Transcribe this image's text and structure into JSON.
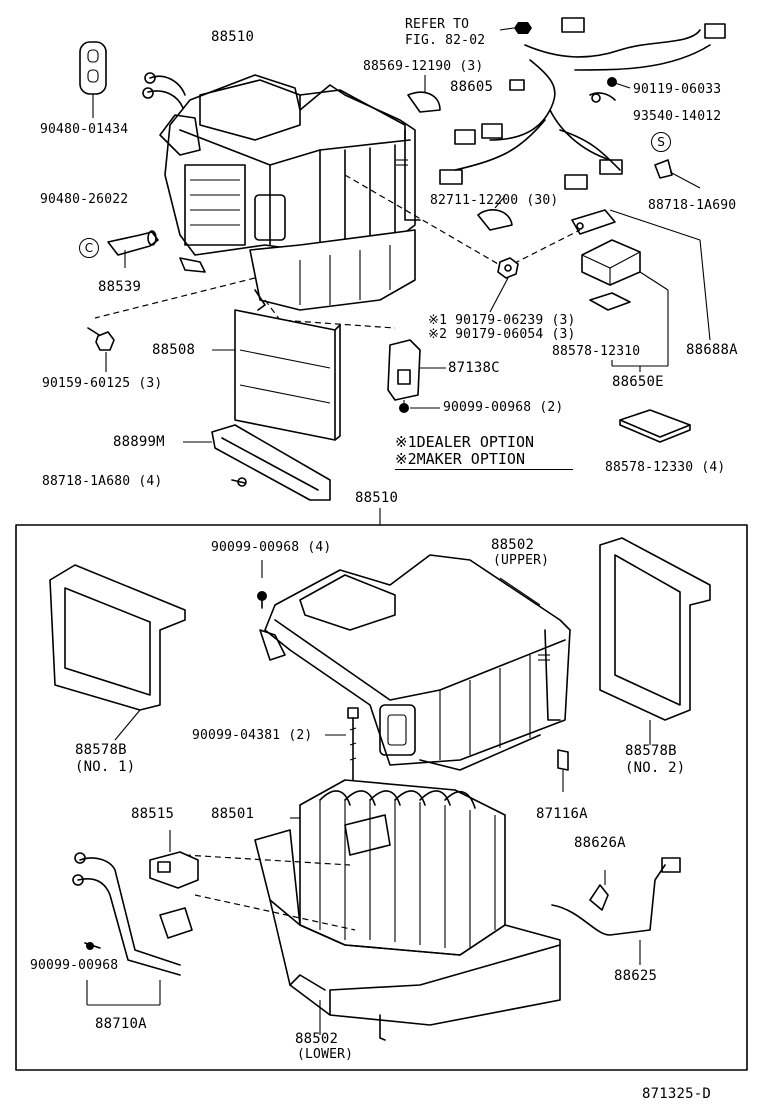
{
  "labels": {
    "p88510_top": "88510",
    "refer_1": "REFER TO",
    "refer_2": "FIG. 82-02",
    "p90480_01434": "90480-01434",
    "p88569": "88569-12190 (3)",
    "p88605": "88605",
    "p90119": "90119-06033",
    "p93540": "93540-14012",
    "p90480_26022": "90480-26022",
    "p82711": "82711-12200 (30)",
    "p88718_1A690": "88718-1A690",
    "p88539": "88539",
    "opt_1": "※1 90179-06239 (3)",
    "opt_2": "※2 90179-06054 (3)",
    "p88508": "88508",
    "p87138C": "87138C",
    "p88578_12310": "88578-12310",
    "p88688A": "88688A",
    "p88650E": "88650E",
    "p90159": "90159-60125 (3)",
    "p90099_00968_2": "90099-00968 (2)",
    "p88899M": "88899M",
    "note_1": "※1DEALER OPTION",
    "note_2": "※2MAKER OPTION",
    "p88718_1A680": "88718-1A680 (4)",
    "p88578_12330": "88578-12330 (4)",
    "p88510_box": "88510",
    "p90099_00968_4": "90099-00968 (4)",
    "p88502_upper": "88502",
    "upper": "(UPPER)",
    "p88578B_1": "88578B",
    "no1": "(NO. 1)",
    "p90099_04381": "90099-04381 (2)",
    "p88578B_2": "88578B",
    "no2": "(NO. 2)",
    "p88515": "88515",
    "p88501": "88501",
    "p87116A": "87116A",
    "p88626A": "88626A",
    "p90099_00968": "90099-00968",
    "p88625": "88625",
    "p88710A": "88710A",
    "p88502_lower": "88502",
    "lower": "(LOWER)",
    "figure_id": "871325-D"
  },
  "icons": {
    "circled_c": "C",
    "circled_s": "S"
  }
}
